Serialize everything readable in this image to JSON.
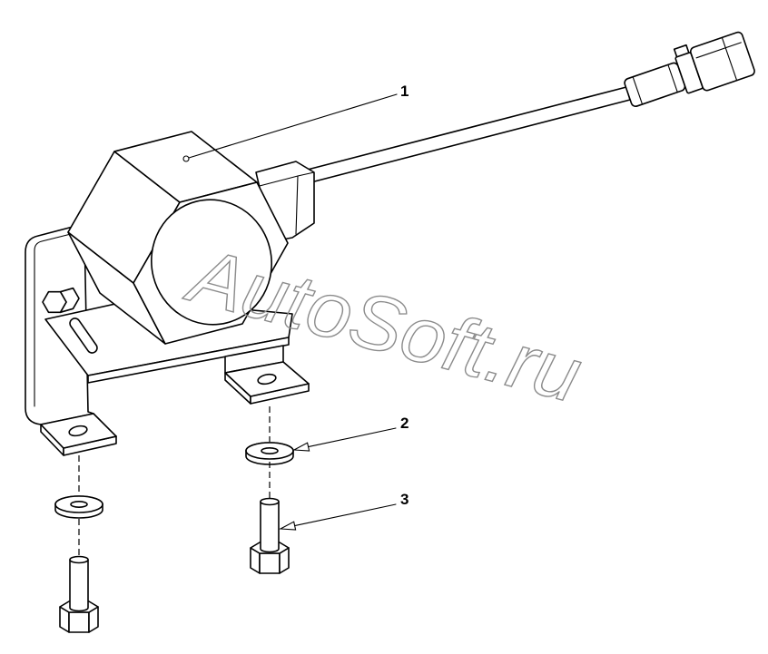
{
  "callouts": [
    {
      "label": "1"
    },
    {
      "label": "2"
    },
    {
      "label": "3"
    }
  ],
  "watermark": "AutoSoft.ru"
}
